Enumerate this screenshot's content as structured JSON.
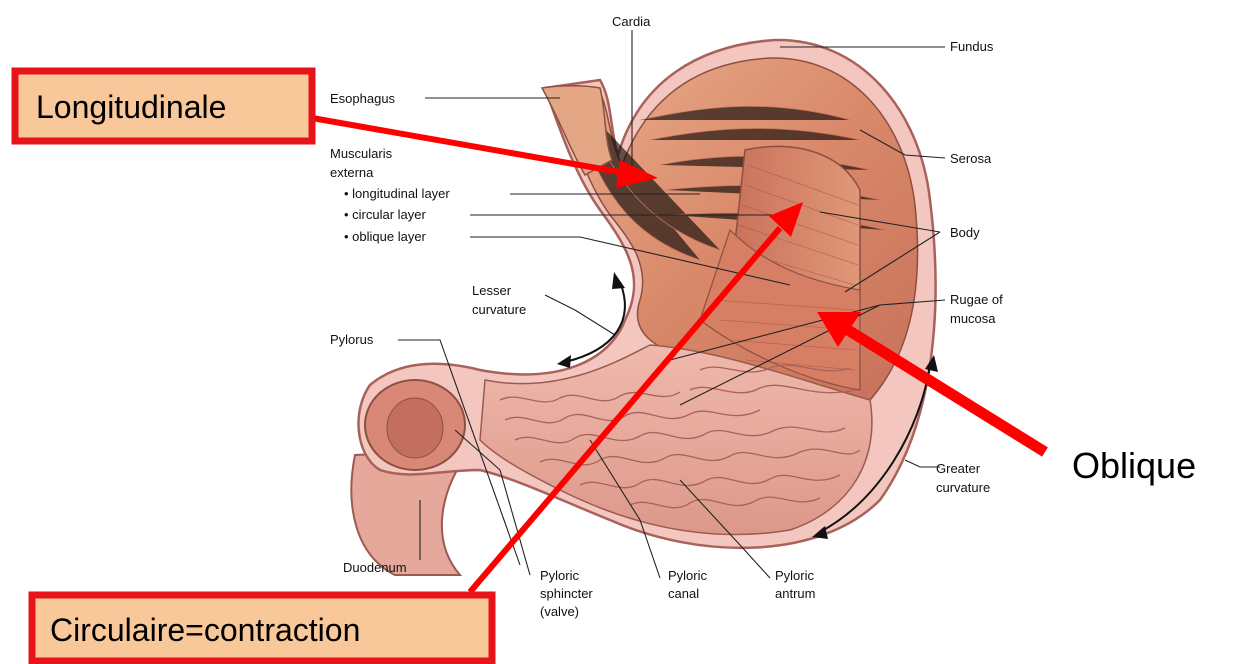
{
  "callouts": {
    "longitudinale": "Longitudinale",
    "circulaire": "Circulaire=contraction",
    "oblique": "Oblique"
  },
  "labels": {
    "cardia": "Cardia",
    "fundus": "Fundus",
    "esophagus": "Esophagus",
    "muscularis_1": "Muscularis",
    "muscularis_2": "externa",
    "longitudinal_layer": "• longitudinal layer",
    "circular_layer": "• circular layer",
    "oblique_layer": "• oblique layer",
    "serosa": "Serosa",
    "body": "Body",
    "rugae_1": "Rugae of",
    "rugae_2": "mucosa",
    "lesser_1": "Lesser",
    "lesser_2": "curvature",
    "pylorus": "Pylorus",
    "greater_1": "Greater",
    "greater_2": "curvature",
    "duodenum": "Duodenum",
    "pyl_sphincter_1": "Pyloric",
    "pyl_sphincter_2": "sphincter",
    "pyl_sphincter_3": "(valve)",
    "pyl_canal_1": "Pyloric",
    "pyl_canal_2": "canal",
    "pyl_antrum_1": "Pyloric",
    "pyl_antrum_2": "antrum"
  },
  "colors": {
    "callout_border": "#e8141b",
    "callout_fill": "#f8c89a",
    "arrow": "#ff0000",
    "muscle": "#d98a6e",
    "mucosa": "#e7a79a",
    "serosa": "#f2c5bd"
  }
}
